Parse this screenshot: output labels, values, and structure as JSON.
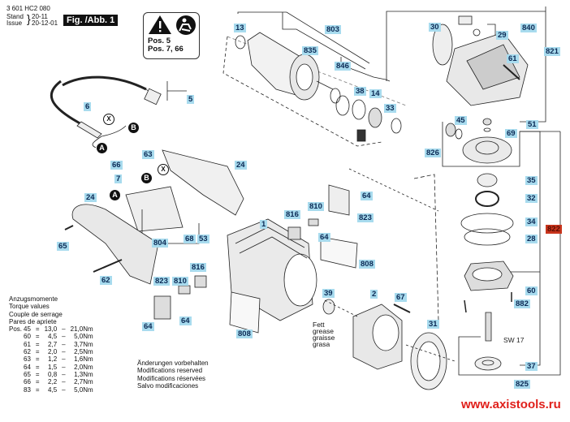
{
  "header": {
    "part_number": "3 601 HC2 080",
    "stand_label": "Stand",
    "issue_label": "Issue",
    "stand_value": "20-11",
    "issue_value": "20-12-01",
    "figure_label": "Fig. /Abb. 1"
  },
  "warning_box": {
    "icons": [
      "warning-triangle-icon",
      "read-manual-icon"
    ],
    "line1": "Pos. 5",
    "line2": "Pos. 7, 66"
  },
  "parts": [
    {
      "id": "p13",
      "label": "13"
    },
    {
      "id": "p803",
      "label": "803"
    },
    {
      "id": "p835",
      "label": "835"
    },
    {
      "id": "p846",
      "label": "846"
    },
    {
      "id": "p38",
      "label": "38"
    },
    {
      "id": "p14",
      "label": "14"
    },
    {
      "id": "p33",
      "label": "33"
    },
    {
      "id": "p30",
      "label": "30"
    },
    {
      "id": "p840",
      "label": "840"
    },
    {
      "id": "p29",
      "label": "29"
    },
    {
      "id": "p821",
      "label": "821"
    },
    {
      "id": "p61",
      "label": "61"
    },
    {
      "id": "p45",
      "label": "45"
    },
    {
      "id": "p51",
      "label": "51"
    },
    {
      "id": "p69",
      "label": "69"
    },
    {
      "id": "p826",
      "label": "826"
    },
    {
      "id": "p35",
      "label": "35"
    },
    {
      "id": "p32",
      "label": "32"
    },
    {
      "id": "p34",
      "label": "34"
    },
    {
      "id": "p822",
      "label": "822"
    },
    {
      "id": "p28",
      "label": "28"
    },
    {
      "id": "p60",
      "label": "60"
    },
    {
      "id": "p882",
      "label": "882"
    },
    {
      "id": "p37",
      "label": "37"
    },
    {
      "id": "p825",
      "label": "825"
    },
    {
      "id": "p5",
      "label": "5"
    },
    {
      "id": "p6",
      "label": "6"
    },
    {
      "id": "p63",
      "label": "63"
    },
    {
      "id": "p66",
      "label": "66"
    },
    {
      "id": "p7",
      "label": "7"
    },
    {
      "id": "p24a",
      "label": "24"
    },
    {
      "id": "p24b",
      "label": "24"
    },
    {
      "id": "p65",
      "label": "65"
    },
    {
      "id": "p62",
      "label": "62"
    },
    {
      "id": "p804",
      "label": "804"
    },
    {
      "id": "p68",
      "label": "68"
    },
    {
      "id": "p53",
      "label": "53"
    },
    {
      "id": "p64a",
      "label": "64"
    },
    {
      "id": "p810a",
      "label": "810"
    },
    {
      "id": "p816a",
      "label": "816"
    },
    {
      "id": "p823a",
      "label": "823"
    },
    {
      "id": "p64b",
      "label": "64"
    },
    {
      "id": "p1",
      "label": "1"
    },
    {
      "id": "p808a",
      "label": "808"
    },
    {
      "id": "p823b",
      "label": "823"
    },
    {
      "id": "p810b",
      "label": "810"
    },
    {
      "id": "p816b",
      "label": "816"
    },
    {
      "id": "p64c",
      "label": "64"
    },
    {
      "id": "p64d",
      "label": "64"
    },
    {
      "id": "p808b",
      "label": "808"
    },
    {
      "id": "p39",
      "label": "39"
    },
    {
      "id": "p2",
      "label": "2"
    },
    {
      "id": "p67",
      "label": "67"
    },
    {
      "id": "p31",
      "label": "31"
    }
  ],
  "connectors": {
    "A": "A",
    "B": "B",
    "X": "X"
  },
  "callouts": {
    "sw17": "SW 17",
    "grease": [
      "Fett",
      "grease",
      "graisse",
      "grasa"
    ]
  },
  "torque": {
    "titles": [
      "Anzugsmomente",
      "Torque values",
      "Couple de serrage",
      "Pares de apriete"
    ],
    "pos_prefix": "Pos.",
    "rows": [
      {
        "pos": "45",
        "min": "13,0",
        "max": "21,0Nm"
      },
      {
        "pos": "60",
        "min": "4,5",
        "max": "5,0Nm"
      },
      {
        "pos": "61",
        "min": "2,7",
        "max": "3,7Nm"
      },
      {
        "pos": "62",
        "min": "2,0",
        "max": "2,5Nm"
      },
      {
        "pos": "63",
        "min": "1,2",
        "max": "1,6Nm"
      },
      {
        "pos": "64",
        "min": "1,5",
        "max": "2,0Nm"
      },
      {
        "pos": "65",
        "min": "0,8",
        "max": "1,3Nm"
      },
      {
        "pos": "66",
        "min": "2,2",
        "max": "2,7Nm"
      },
      {
        "pos": "83",
        "min": "4,5",
        "max": "5,0Nm"
      }
    ]
  },
  "notes": [
    "Änderungen vorbehalten",
    "Modifications reserved",
    "Modifications réservées",
    "Salvo modificaciones"
  ],
  "watermark": "www.axistools.ru",
  "colors": {
    "label_bg": "#a8dbee",
    "label_text": "#0b2a55",
    "highlight_bg": "#c8341c",
    "watermark": "#e0201b"
  }
}
